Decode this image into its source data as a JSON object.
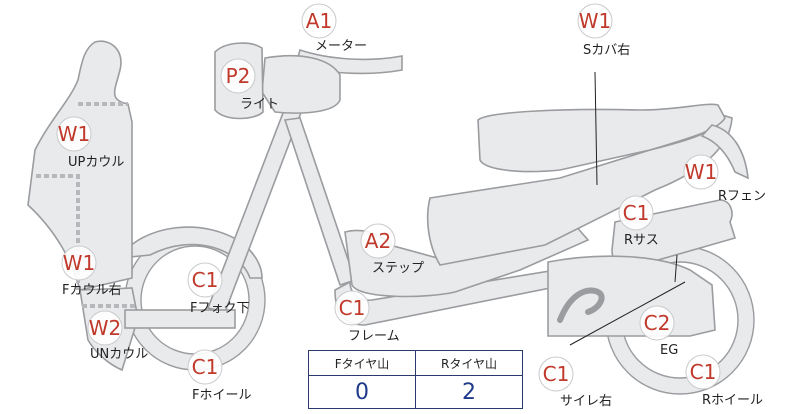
{
  "parts": [
    {
      "key": "meter",
      "code": "A1",
      "label": "メーター"
    },
    {
      "key": "light",
      "code": "P2",
      "label": "ライト"
    },
    {
      "key": "up_cowl",
      "code": "W1",
      "label": "UPカウル"
    },
    {
      "key": "f_cowl_right",
      "code": "W1",
      "label": "Fカウル右"
    },
    {
      "key": "f_fork_lower",
      "code": "C1",
      "label": "Fフォク下"
    },
    {
      "key": "un_cowl",
      "code": "W2",
      "label": "UNカウル"
    },
    {
      "key": "f_wheel",
      "code": "C1",
      "label": "Fホイール"
    },
    {
      "key": "step",
      "code": "A2",
      "label": "ステップ"
    },
    {
      "key": "frame",
      "code": "C1",
      "label": "フレーム"
    },
    {
      "key": "s_cover_right",
      "code": "W1",
      "label": "Sカバ右"
    },
    {
      "key": "r_fender",
      "code": "W1",
      "label": "Rフェン"
    },
    {
      "key": "r_suspension",
      "code": "C1",
      "label": "Rサス"
    },
    {
      "key": "engine",
      "code": "C2",
      "label": "EG"
    },
    {
      "key": "muffler_right",
      "code": "C1",
      "label": "サイレ右"
    },
    {
      "key": "r_wheel",
      "code": "C1",
      "label": "Rホイール"
    }
  ],
  "tire_table": {
    "headers": [
      "Fタイヤ山",
      "Rタイヤ山"
    ],
    "values": [
      "0",
      "2"
    ]
  },
  "colors": {
    "rating_code": "#c0392b",
    "tire_value": "#1f3a8a",
    "table_border": "#2b3a6b",
    "body_fill": "#e9eaeb",
    "body_stroke": "#9a9c9f"
  }
}
